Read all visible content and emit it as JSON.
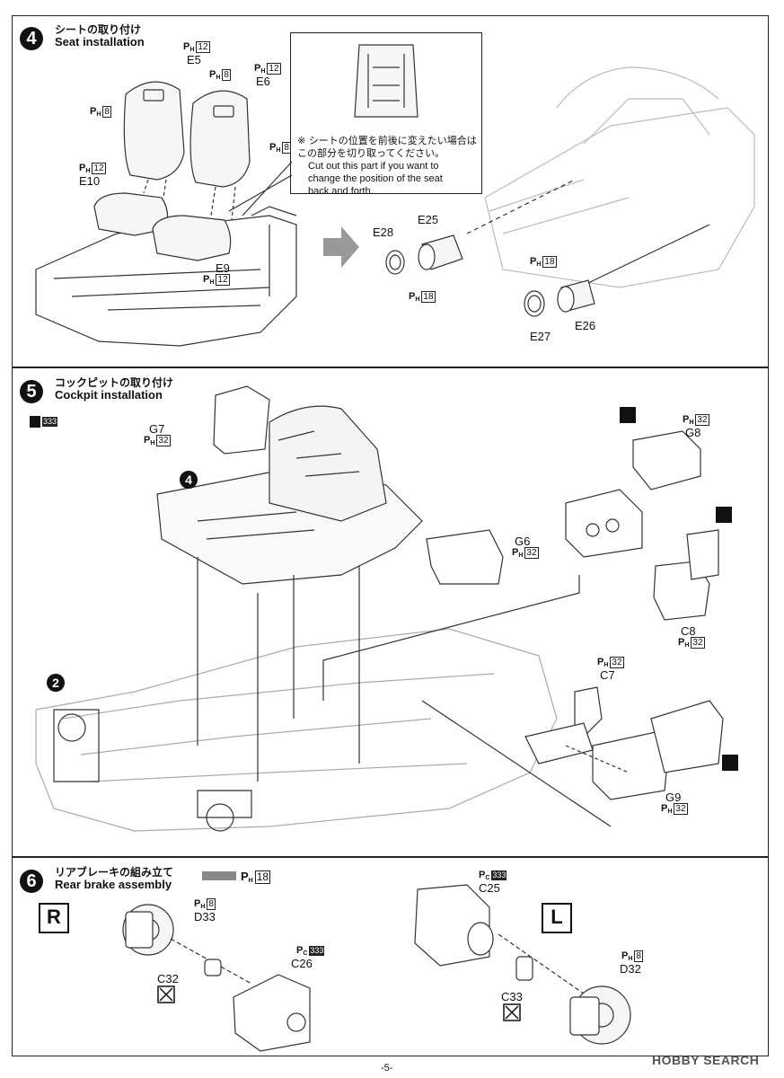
{
  "steps": [
    {
      "number": "4",
      "title_jp": "シートの取り付け",
      "title_en": "Seat installation",
      "parts": [
        "E5",
        "E6",
        "E10",
        "E9",
        "E25",
        "E28",
        "E26",
        "E27"
      ],
      "note_jp": "※ シートの位置を前後に変えたい場合は\nこの部分を切り取ってください。",
      "note_en": "Cut out this part if you want to\nchange the position of the seat\nback and forth."
    },
    {
      "number": "5",
      "title_jp": "コックピットの取り付け",
      "title_en": "Cockpit installation",
      "parts": [
        "G7",
        "G8",
        "G6",
        "C8",
        "C7",
        "G9"
      ],
      "ref_step_a": "4",
      "ref_step_b": "2"
    },
    {
      "number": "6",
      "title_jp": "リアブレーキの組み立て",
      "title_en": "Rear brake assembly",
      "parts": [
        "D33",
        "C32",
        "C26",
        "C25",
        "C33",
        "D32"
      ],
      "side_right": "R",
      "side_left": "L"
    }
  ],
  "paint": {
    "p": "P",
    "h": "H",
    "c": "C",
    "codes": {
      "c12": "12",
      "c8": "8",
      "c18": "18",
      "c32": "32",
      "c333": "333"
    }
  },
  "page_number": "-5-",
  "watermark": "HOBBY SEARCH"
}
